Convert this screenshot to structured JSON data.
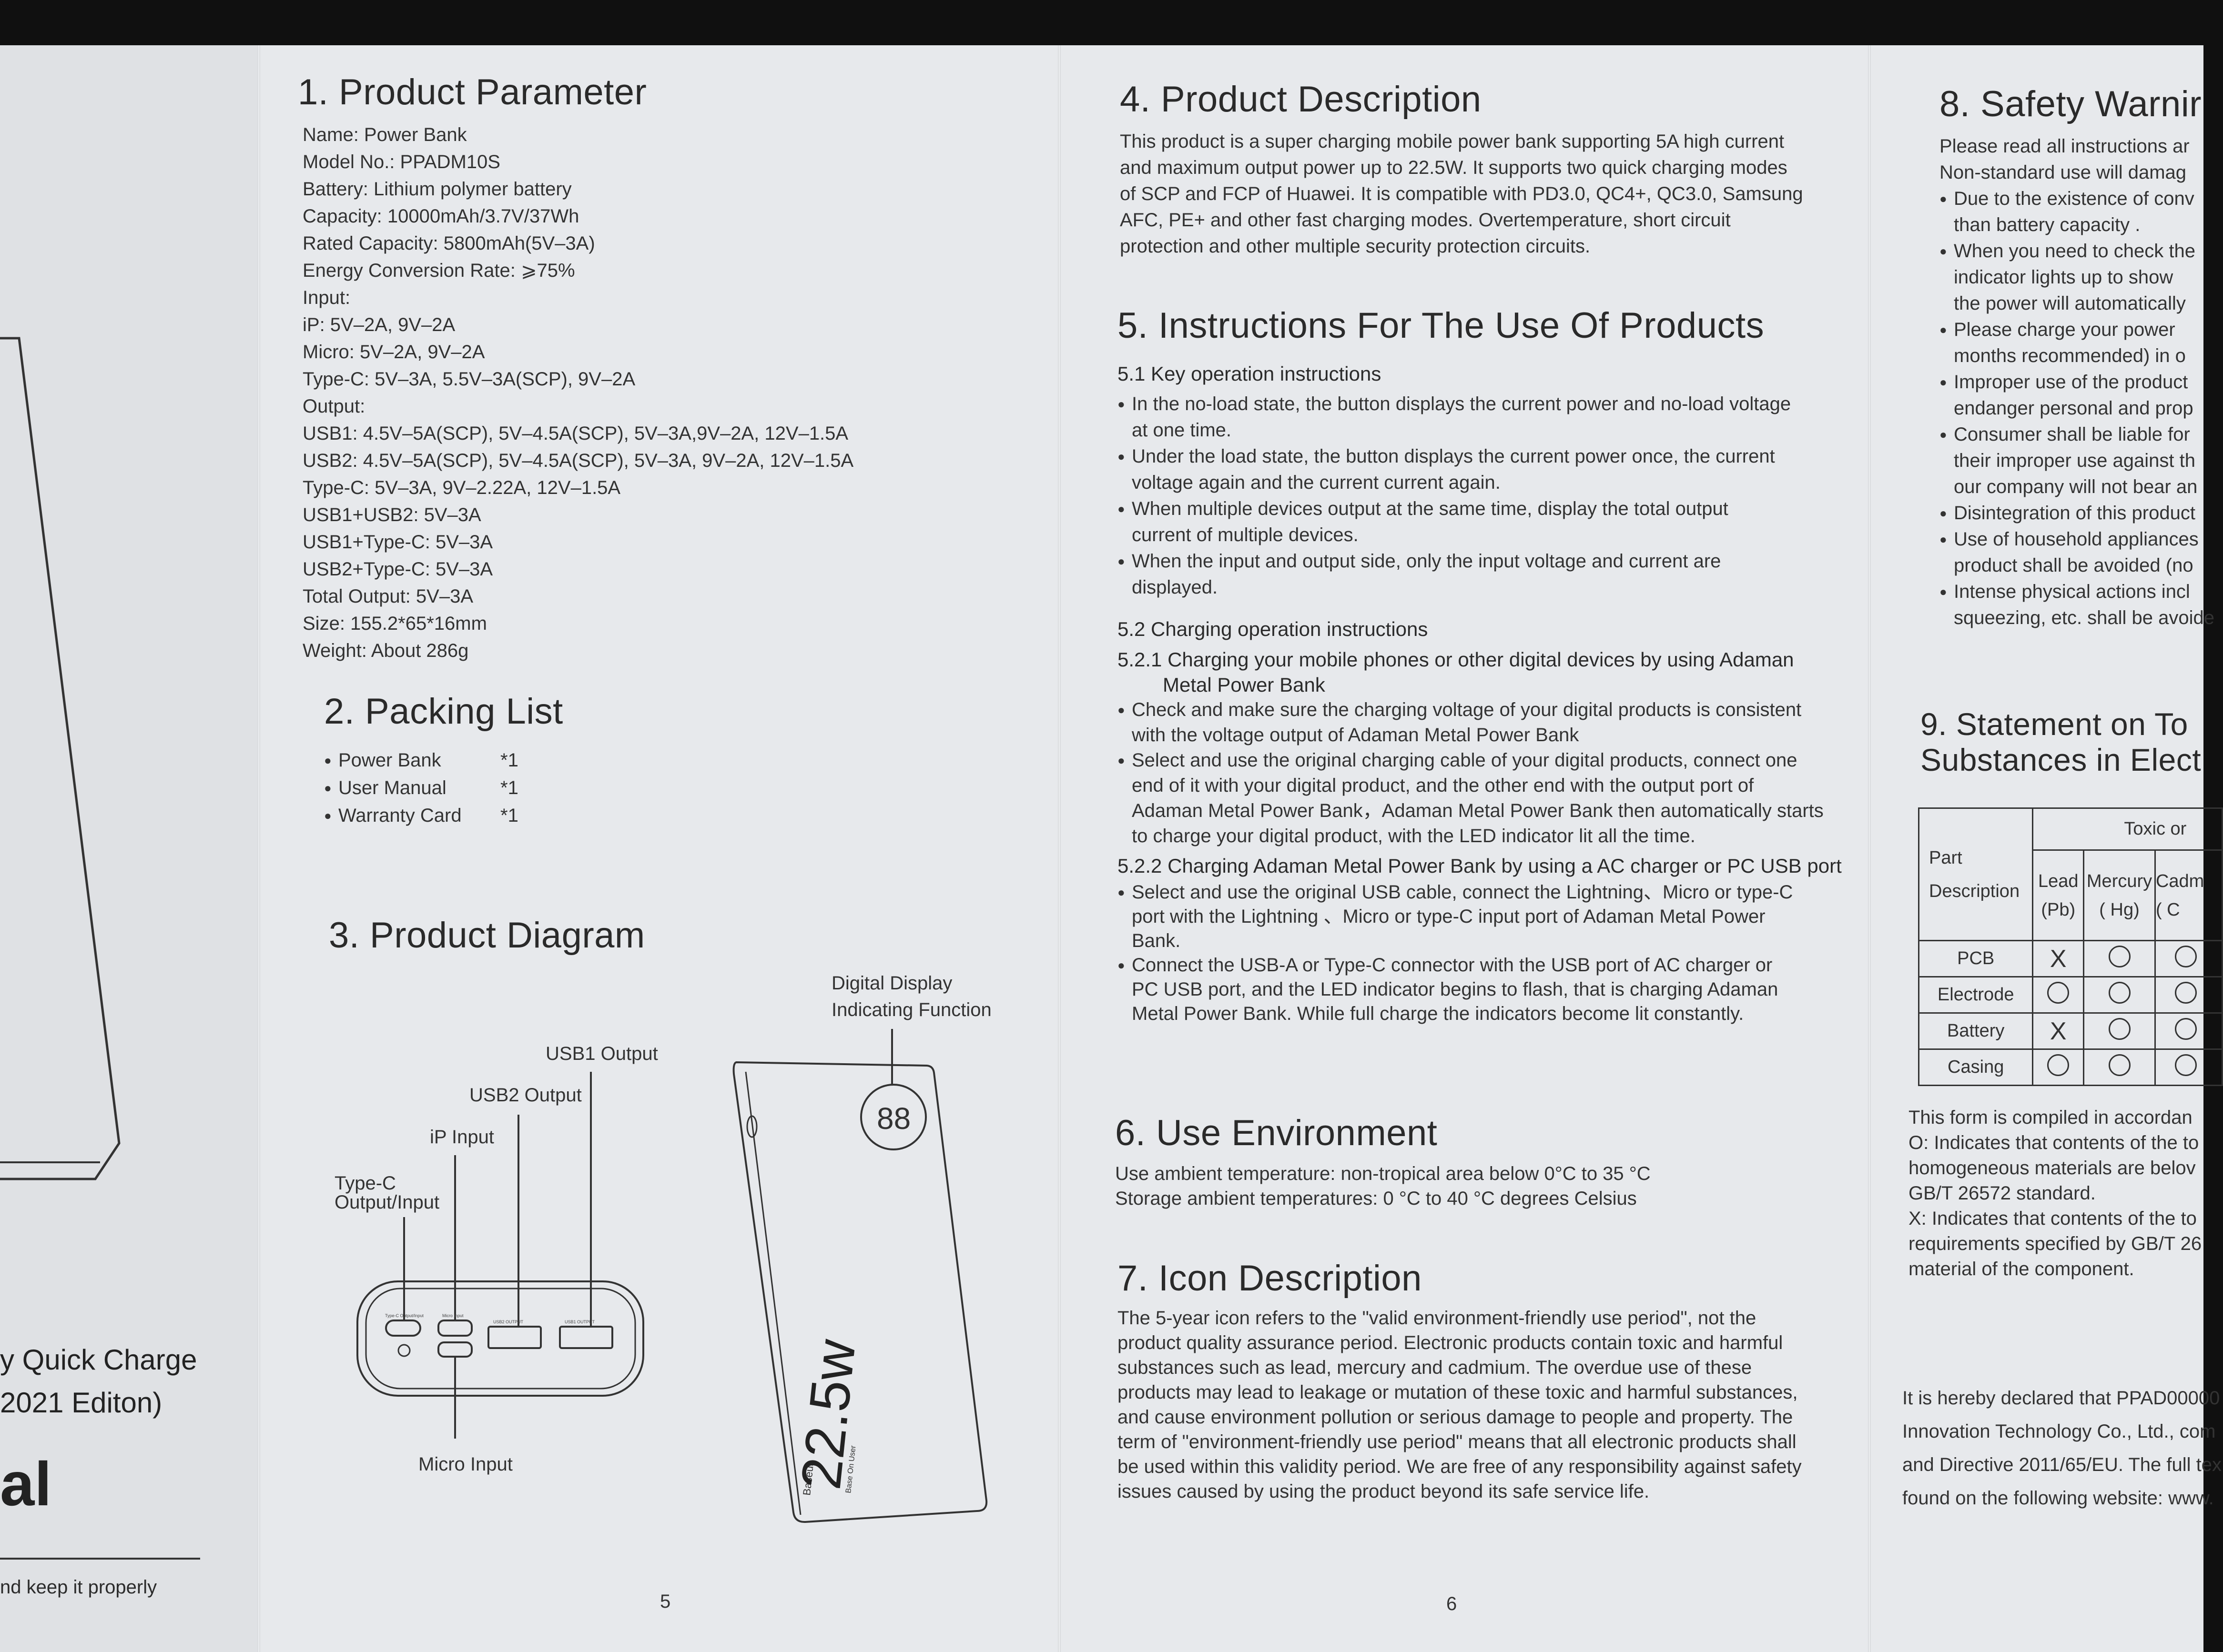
{
  "left_panel": {
    "title_line1": "y Quick Charge",
    "title_line2": "2021 Editon)",
    "title_big": "al",
    "footer": "nd keep it properly"
  },
  "page5": {
    "s1_title": "1. Product  Parameter",
    "params": [
      "Name: Power Bank",
      "Model No.: PPADM10S",
      "Battery: Lithium polymer battery",
      "Capacity: 10000mAh/3.7V/37Wh",
      "Rated Capacity: 5800mAh(5V–3A)",
      "Energy Conversion Rate: ⩾75%",
      "Input:",
      "iP: 5V–2A, 9V–2A",
      "Micro: 5V–2A, 9V–2A",
      "Type-C: 5V–3A, 5.5V–3A(SCP), 9V–2A",
      "Output:",
      "USB1: 4.5V–5A(SCP), 5V–4.5A(SCP), 5V–3A,9V–2A, 12V–1.5A",
      "USB2: 4.5V–5A(SCP), 5V–4.5A(SCP), 5V–3A, 9V–2A, 12V–1.5A",
      "Type-C: 5V–3A, 9V–2.22A, 12V–1.5A",
      "USB1+USB2: 5V–3A",
      "USB1+Type-C: 5V–3A",
      "USB2+Type-C: 5V–3A",
      "Total Output: 5V–3A",
      "Size: 155.2*65*16mm",
      "Weight: About 286g"
    ],
    "s2_title": "2. Packing List",
    "packing": [
      {
        "item": "Power Bank",
        "qty": "*1"
      },
      {
        "item": "User Manual",
        "qty": "*1"
      },
      {
        "item": "Warranty Card",
        "qty": "*1"
      }
    ],
    "s3_title": "3. Product Diagram",
    "diagram": {
      "display_label_1": "Digital Display",
      "display_label_2": "Indicating Function",
      "usb1": "USB1 Output",
      "usb2": "USB2 Output",
      "ip": "iP Input",
      "typec_1": "Type-C",
      "typec_2": "Output/Input",
      "micro": "Micro Input",
      "port_labels": [
        "Type-C Output/Input",
        "Micro Input",
        "USB2 OUTPUT",
        "USB1 OUTPUT"
      ],
      "display_digits": "88",
      "brand": "Baseus",
      "power": "22.5w",
      "tagline": "Base On User"
    },
    "page_number": "5"
  },
  "page6": {
    "s4_title": "4. Product Description",
    "s4_text": [
      "This product is a super  charging mobile power bank supporting 5A high current",
      "and maximum output power up to 22.5W. It supports two quick charging modes",
      "of SCP and FCP of Huawei. It is compatible with PD3.0, QC4+, QC3.0, Samsung",
      "AFC, PE+ and other fast charging modes. Overtemperature, short circuit",
      "protection and other multiple security protection circuits."
    ],
    "s5_title": "5. Instructions For The Use Of Products",
    "s51_title": "5.1 Key operation instructions",
    "s51_items": [
      [
        "In the no-load state, the button displays the current power and no-load voltage",
        "at one time."
      ],
      [
        "Under the load state, the button displays the current power once, the current",
        "voltage again and the current current again."
      ],
      [
        "When multiple devices output at the same time, display the total output",
        "current of multiple devices."
      ],
      [
        "When the input and output side, only the input voltage and current are",
        "displayed."
      ]
    ],
    "s52_title": "5.2 Charging operation instructions",
    "s521_title_1": "5.2.1 Charging your mobile phones or other digital devices by using Adaman",
    "s521_title_2": "Metal Power Bank",
    "s521_items": [
      [
        "Check and make sure the charging voltage of your digital products is consistent",
        "with the voltage output of Adaman Metal Power Bank"
      ],
      [
        "Select and use the original charging cable of your digital products, connect one",
        "end of it with your digital product, and the other end with the output port of",
        "Adaman Metal Power Bank，Adaman Metal Power Bank then automatically starts",
        "to charge your digital product, with the LED indicator lit all the time."
      ]
    ],
    "s522_title": "5.2.2 Charging Adaman Metal Power Bank by using a AC charger or PC USB port",
    "s522_items": [
      [
        "Select and use the original USB cable, connect  the Lightning、Micro  or  type-C",
        "port with the Lightning 、Micro or type-C input port of Adaman Metal Power",
        "Bank."
      ],
      [
        "Connect the USB-A or Type-C connector with the USB port of AC charger or",
        "PC USB port, and the LED indicator begins to flash, that is charging Adaman",
        "Metal Power Bank. While full charge the indicators become lit constantly."
      ]
    ],
    "s6_title": "6. Use Environment",
    "s6_text": [
      "Use ambient temperature: non-tropical area below 0°C to 35 °C",
      "Storage ambient temperatures: 0 °C  to 40 °C  degrees Celsius"
    ],
    "s7_title": "7. Icon Description",
    "s7_text": [
      "The 5-year icon refers to the \"valid environment-friendly use period\", not the",
      "product quality assurance period. Electronic products contain toxic and harmful",
      "substances such as lead, mercury and cadmium. The overdue use of these",
      "products may lead to leakage or mutation of these toxic and harmful substances,",
      "and cause environment pollution or serious damage to people and property. The",
      "term of \"environment-friendly use period\" means that all electronic products shall",
      "be used within this validity period. We are free of any responsibility against safety",
      "issues caused by using the product beyond its safe service life."
    ],
    "page_number": "6"
  },
  "page7": {
    "s8_title": "8. Safety Warnir",
    "s8_intro": [
      "Please read all instructions ar",
      "Non-standard use will damag"
    ],
    "s8_items": [
      [
        "Due to the existence of conv",
        "than battery capacity ."
      ],
      [
        "When you need to check the",
        "indicator lights up to show",
        "the power will automatically"
      ],
      [
        "Please charge your power",
        "months recommended) in o"
      ],
      [
        "Improper use of the product",
        "endanger personal and prop"
      ],
      [
        "Consumer shall be liable for",
        "their improper use against th",
        "our company will not bear an"
      ],
      [
        "Disintegration of this product"
      ],
      [
        "Use of household appliances",
        "product shall be avoided (no"
      ],
      [
        "Intense physical actions incl",
        "squeezing, etc. shall be avoide"
      ]
    ],
    "s9_title_1": "9. Statement on To",
    "s9_title_2": "Substances in Elect",
    "table": {
      "header_group": "Toxic or",
      "part_1": "Part",
      "part_2": "Description",
      "cols": [
        [
          "Lead",
          "(Pb)"
        ],
        [
          "Mercury",
          "( Hg)"
        ],
        [
          "Cadm",
          "( C"
        ]
      ],
      "rows": [
        {
          "name": "PCB",
          "vals": [
            "X",
            "O",
            "O"
          ]
        },
        {
          "name": "Electrode",
          "vals": [
            "O",
            "O",
            "O"
          ]
        },
        {
          "name": "Battery",
          "vals": [
            "X",
            "O",
            "O"
          ]
        },
        {
          "name": "Casing",
          "vals": [
            "O",
            "O",
            "O"
          ]
        }
      ]
    },
    "notes": [
      "This form is compiled in accordan",
      "O: Indicates that contents of the to",
      "homogeneous materials are belov",
      "GB/T 26572 standard.",
      "X: Indicates that contents of the to",
      "requirements specified by GB/T 26",
      "material of the component."
    ],
    "declaration": [
      "It is hereby declared that PPAD00000",
      "Innovation Technology Co., Ltd., com",
      "and Directive 2011/65/EU. The full tex",
      "found on the following website: www."
    ]
  }
}
